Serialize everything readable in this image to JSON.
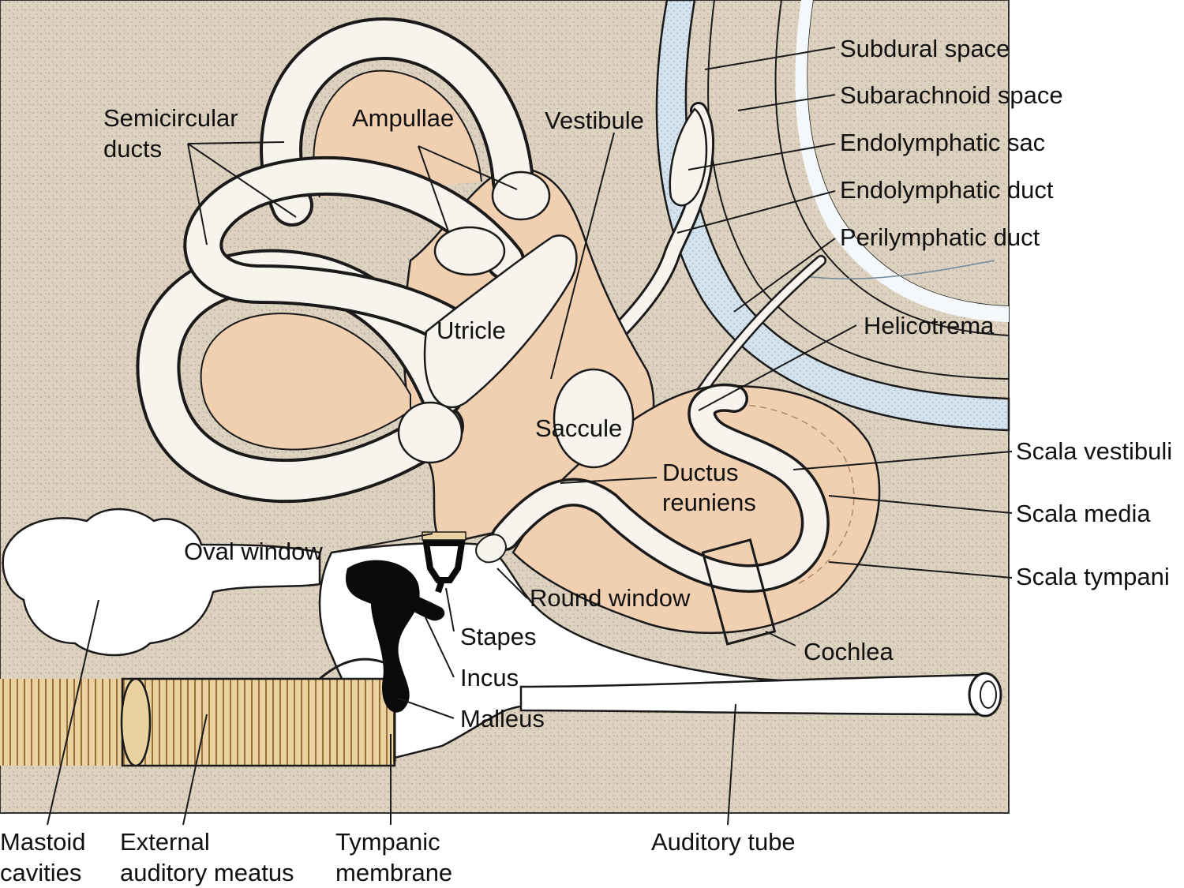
{
  "diagram": {
    "colors": {
      "bone_bg": "#ddd1c0",
      "fluid": "#f1cfb1",
      "membrane": "#f7f4ee",
      "dura": "#ccdde8",
      "outline": "#1a1a1a",
      "ossicles": "#0a0a0a",
      "canal": "#e9d3a3"
    },
    "labels": {
      "semicircular_ducts": [
        "Semicircular",
        "ducts"
      ],
      "ampullae": "Ampullae",
      "vestibule": "Vestibule",
      "utricle": "Utricle",
      "saccule": "Saccule",
      "subdural_space": "Subdural space",
      "subarachnoid_space": "Subarachnoid space",
      "endolymphatic_sac": "Endolymphatic sac",
      "endolymphatic_duct": "Endolymphatic duct",
      "perilymphatic_duct": "Perilymphatic duct",
      "helicotrema": "Helicotrema",
      "scala_vestibuli": "Scala vestibuli",
      "scala_media": "Scala media",
      "scala_tympani": "Scala tympani",
      "ductus_reuniens": [
        "Ductus",
        "reuniens"
      ],
      "oval_window": "Oval window",
      "round_window": "Round window",
      "stapes": "Stapes",
      "incus": "Incus",
      "malleus": "Malleus",
      "cochlea": "Cochlea",
      "mastoid_cavities": [
        "Mastoid",
        "cavities"
      ],
      "external_auditory_meatus": [
        "External",
        "auditory meatus"
      ],
      "tympanic_membrane": [
        "Tympanic",
        "membrane"
      ],
      "auditory_tube": "Auditory tube"
    }
  }
}
